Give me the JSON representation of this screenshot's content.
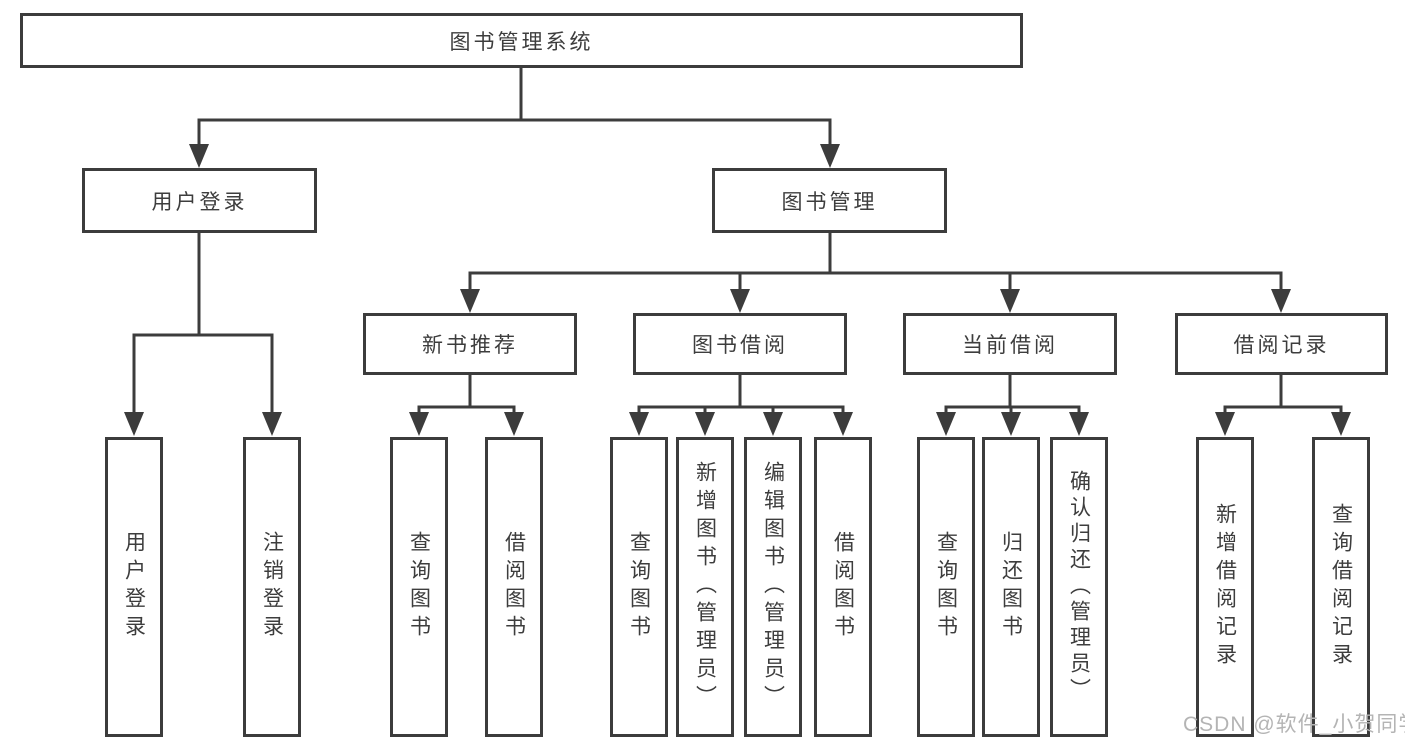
{
  "diagram": {
    "root": {
      "label": "图书管理系统"
    },
    "user_login": {
      "label": "用户登录",
      "children": [
        {
          "label": "用户登录"
        },
        {
          "label": "注销登录"
        }
      ]
    },
    "book_management": {
      "label": "图书管理",
      "modules": [
        {
          "label": "新书推荐",
          "children": [
            {
              "label": "查询图书"
            },
            {
              "label": "借阅图书"
            }
          ]
        },
        {
          "label": "图书借阅",
          "children": [
            {
              "label": "查询图书"
            },
            {
              "label": "新增图书（管理员）"
            },
            {
              "label": "编辑图书（管理员）"
            },
            {
              "label": "借阅图书"
            }
          ]
        },
        {
          "label": "当前借阅",
          "children": [
            {
              "label": "查询图书"
            },
            {
              "label": "归还图书"
            },
            {
              "label": "确认归还（管理员）"
            }
          ]
        },
        {
          "label": "借阅记录",
          "children": [
            {
              "label": "新增借阅记录"
            },
            {
              "label": "查询借阅记录"
            }
          ]
        }
      ]
    }
  },
  "watermark": {
    "text": "CSDN @软件_小贺同学"
  },
  "colors": {
    "line": "#3c3c3c",
    "text": "#3d3d3d",
    "watermark": "#b4b4b4",
    "background": "#ffffff"
  }
}
